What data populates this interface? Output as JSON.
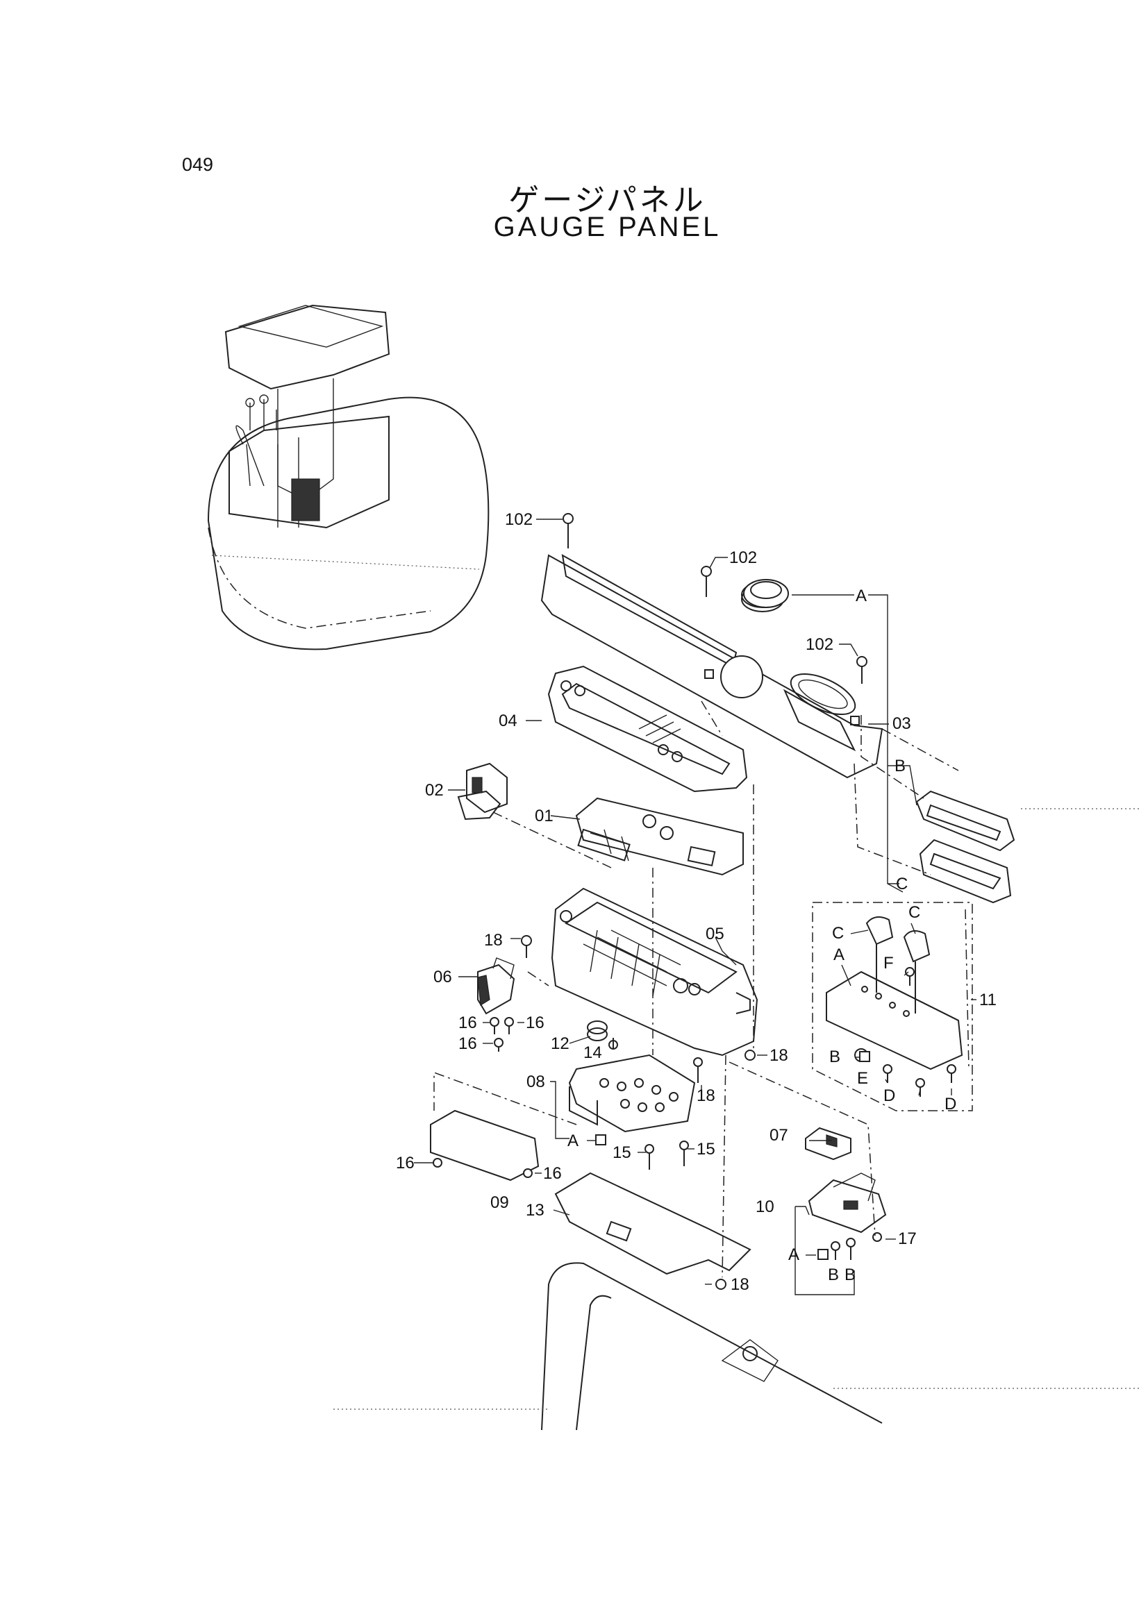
{
  "page_number": "049",
  "title_jp": "ゲージパネル",
  "title_en": "GAUGE  PANEL",
  "callouts": {
    "p102a": "102",
    "p102b": "102",
    "p102c": "102",
    "p03": "03",
    "p04": "04",
    "p02": "02",
    "p01": "01",
    "p05": "05",
    "p06": "06",
    "p18a": "18",
    "p16a": "16",
    "p16b": "16",
    "p16c": "16",
    "p12": "12",
    "p14": "14",
    "p18b": "18",
    "p08": "08",
    "p18c": "18",
    "pA1": "A",
    "p15a": "15",
    "p15b": "15",
    "p16d": "16",
    "p16e": "16",
    "p09": "09",
    "p13": "13",
    "p18d": "18",
    "pA2": "A",
    "pB1": "B",
    "pC1": "C",
    "pC2": "C",
    "pC3": "C",
    "pA3": "A",
    "pF": "F",
    "p11": "11",
    "pB2": "B",
    "pE": "E",
    "pD1": "D",
    "pD2": "D",
    "p07": "07",
    "p10": "10",
    "pA4": "A",
    "p17": "17",
    "pB3": "B",
    "pB4": "B"
  }
}
